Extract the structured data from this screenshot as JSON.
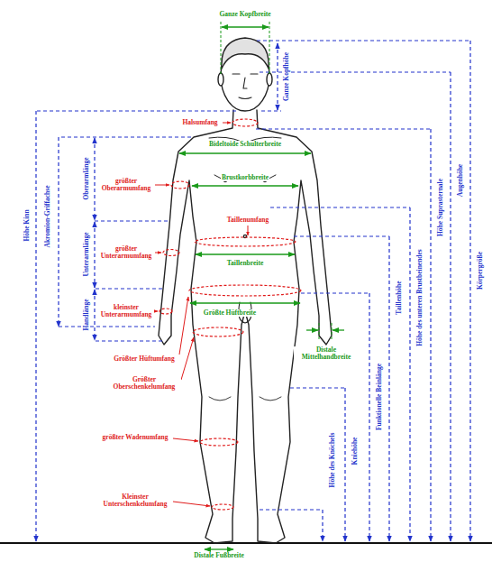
{
  "diagram": {
    "labels": [
      "Ganze Kopfbreite",
      "Ganze Kopfhöhe",
      "Körpergröße",
      "Höhe Kinn",
      "Halsumfang",
      "Augenhöhe",
      "Höhe Suprasternale",
      "Bideltoide Schulterbreite",
      "Akromion-Griffachse",
      "Oberarmlänge",
      "größter Oberarmumfang",
      "Brustkorbbreite",
      "Höhe des unteren Brustbeinendes",
      "Taillenhöhe",
      "Taillenumfang",
      "Unterarmlänge",
      "größter Unterarmumfang",
      "Taillenbreite",
      "Handlänge",
      "kleinster Unterarmumfang",
      "Größte Hüftbreite",
      "Funktionelle Beinlänge",
      "Größter Hüftumfang",
      "Distale Mittelhandbreite",
      "Größter Oberschenkelumfang",
      "Kniehöhe",
      "größter Wadenumfang",
      "Höhe des Knöchels",
      "Kleinster Unterschenkelumfang",
      "Distale Fußbreite"
    ]
  }
}
